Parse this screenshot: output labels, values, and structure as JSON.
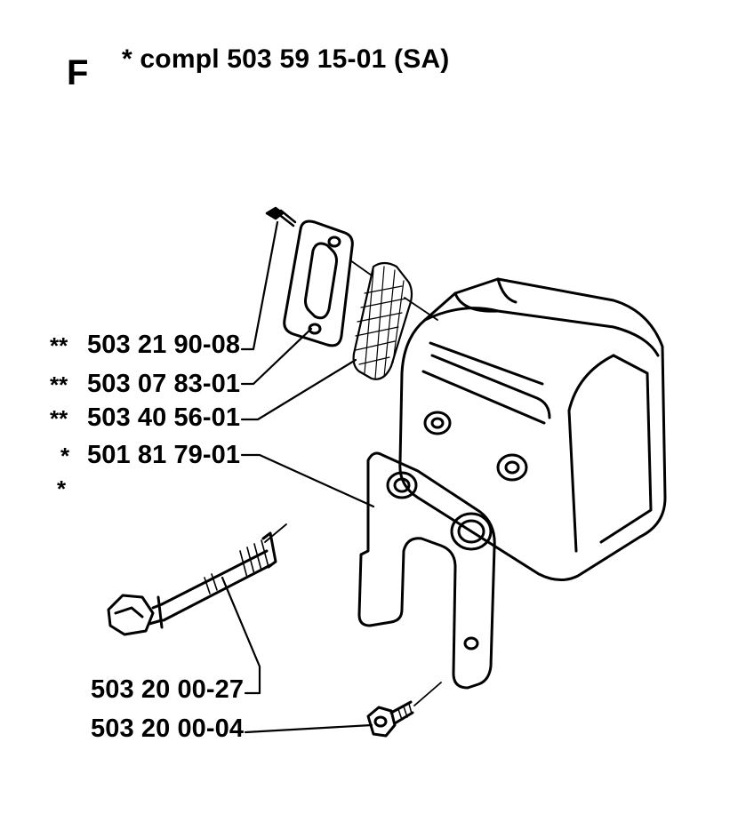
{
  "section_letter": "F",
  "header": {
    "title": "*  compl  503 59 15-01 (SA)"
  },
  "callouts": [
    {
      "marker": "**",
      "part_number": "503 21 90-08"
    },
    {
      "marker": "**",
      "part_number": "503 07 83-01"
    },
    {
      "marker": "**",
      "part_number": "503 40 56-01"
    },
    {
      "marker": "*",
      "part_number": "501 81 79-01"
    },
    {
      "marker": "*",
      "part_number": ""
    },
    {
      "marker": "",
      "part_number": "503 20 00-27"
    },
    {
      "marker": "",
      "part_number": "503 20 00-04"
    }
  ],
  "parts": [
    {
      "icon": "screw-icon"
    },
    {
      "icon": "gasket-icon"
    },
    {
      "icon": "spark-screen-icon"
    },
    {
      "icon": "muffler-icon"
    },
    {
      "icon": "mounting-bracket-icon"
    },
    {
      "icon": "bolt-icon"
    },
    {
      "icon": "small-screw-icon"
    }
  ],
  "colors": {
    "ink": "#000000",
    "paper": "#ffffff"
  }
}
